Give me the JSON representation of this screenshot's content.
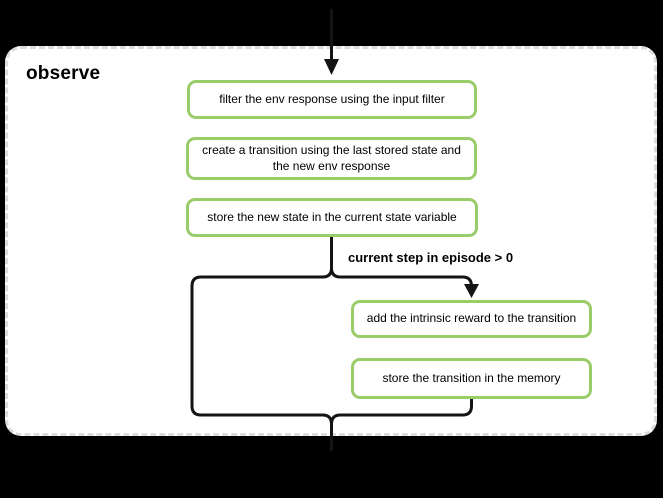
{
  "group": {
    "title": "observe"
  },
  "nodes": [
    {
      "label": "filter the env response using the input filter"
    },
    {
      "label": "create a transition using the last stored state and the new env response"
    },
    {
      "label": "store the new state in the current state variable"
    },
    {
      "label": "add the intrinsic reward to the transition"
    },
    {
      "label": "store the transition in the memory"
    }
  ],
  "edges": {
    "condition_label": "current step in episode > 0"
  },
  "colors": {
    "node_border": "#9bcc6b",
    "dashed_border": "#dcdcdc",
    "connector": "#141414",
    "background": "#000000",
    "node_fill": "#ffffff"
  }
}
